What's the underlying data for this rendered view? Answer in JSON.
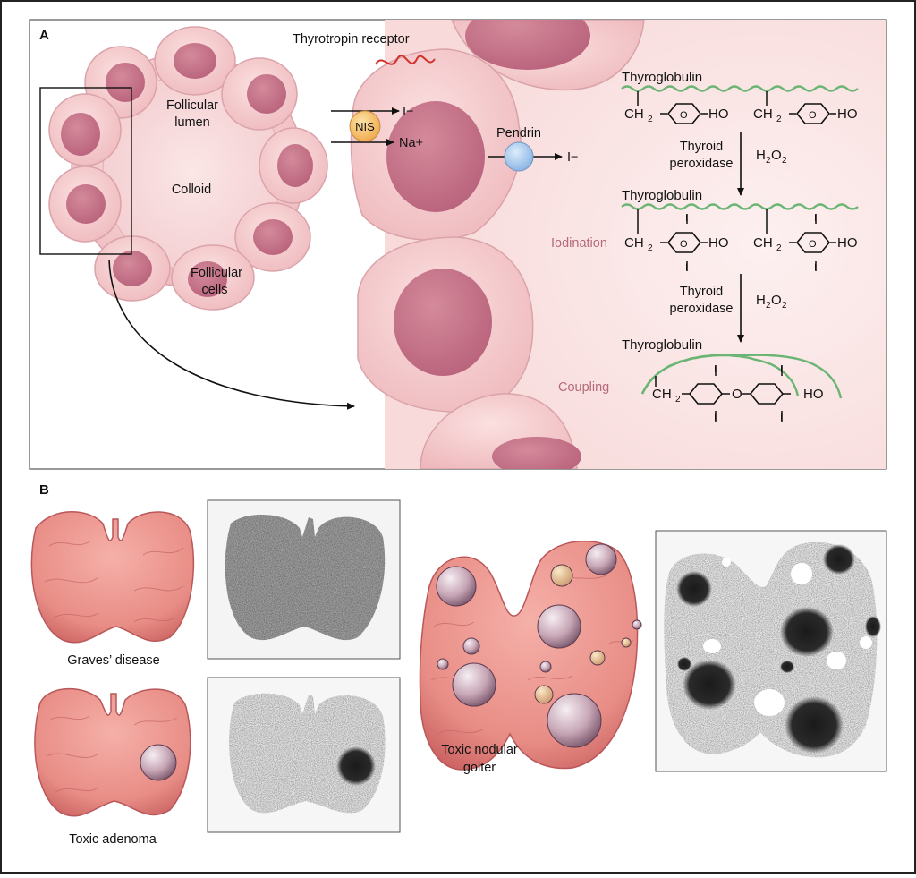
{
  "panel_a": {
    "letter": "A",
    "follicle": {
      "lumen": [
        "Follicular",
        "lumen"
      ],
      "colloid": "Colloid",
      "cells": [
        "Follicular",
        "cells"
      ]
    },
    "cell": {
      "receptor": "Thyrotropin receptor",
      "nis": "NIS",
      "iodide": "I−",
      "sodium": "Na+",
      "pendrin": "Pendrin",
      "iodide_out": "I−"
    },
    "chemistry": {
      "thyroglobulin": "Thyroglobulin",
      "ch2": "CH",
      "subscript_2": "2",
      "ho": "HO",
      "ring_o": "O",
      "iodine": "I",
      "bridge_o": "O",
      "enzyme_line1": "Thyroid",
      "enzyme_line2": "peroxidase",
      "h2o2": "H",
      "o2": "O",
      "iodination": "Iodination",
      "coupling": "Coupling"
    }
  },
  "panel_b": {
    "letter": "B",
    "graves": "Graves’ disease",
    "adenoma": "Toxic adenoma",
    "goiter": [
      "Toxic nodular",
      "goiter"
    ]
  }
}
